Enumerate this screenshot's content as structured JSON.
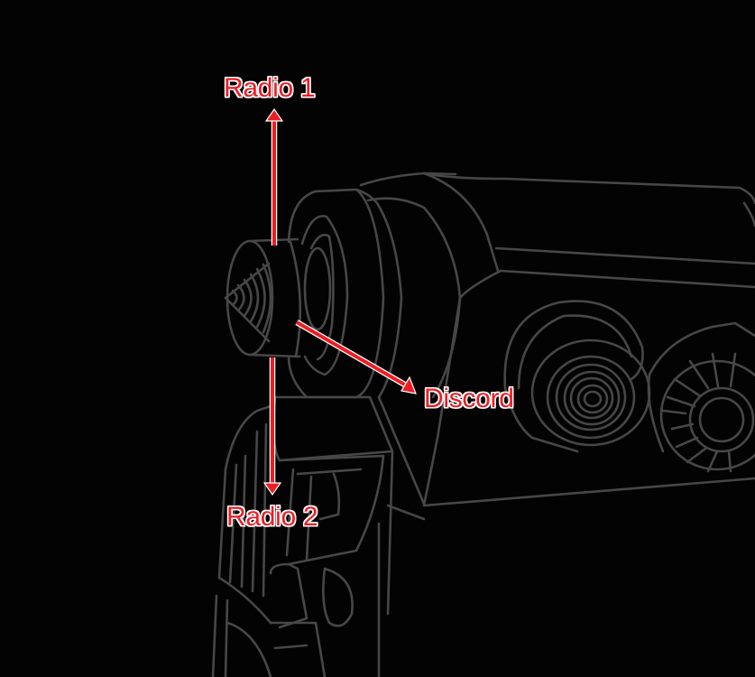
{
  "diagram": {
    "subject": "control-stick-line-drawing",
    "background_color": "#030303",
    "line_color": "#474747",
    "annotation_color": "#ee1c24",
    "annotation_outline_color": "#ffffff"
  },
  "labels": {
    "up": "Radio 1",
    "diagonal": "Discord",
    "down": "Radio 2"
  },
  "arrows": [
    {
      "name": "up",
      "direction": "up",
      "target_label": "Radio 1"
    },
    {
      "name": "diagonal",
      "direction": "down-right",
      "target_label": "Discord"
    },
    {
      "name": "down",
      "direction": "down",
      "target_label": "Radio 2"
    }
  ]
}
